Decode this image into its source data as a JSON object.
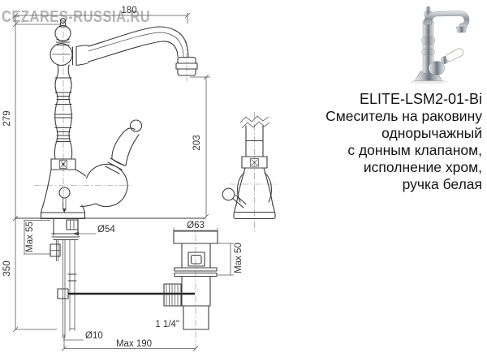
{
  "watermark": "CEZARES-RUSSIA.RU",
  "product": {
    "model": "ELITE-LSM2-01-Bi",
    "desc1": "Смеситель на раковину",
    "desc2": "однорычажный",
    "desc3": "с донным клапаном,",
    "desc4": "исполнение хром,",
    "desc5": "ручка белая"
  },
  "dimensions": {
    "spout_reach_top": "180",
    "height_above_counter": "279",
    "height_below_counter": "350",
    "spout_outlet_height": "203",
    "counter_thickness_max": "Max 55",
    "base_diameter": "Ø54",
    "drain_flange_diameter": "Ø63",
    "drain_body_max": "Max 50",
    "rod_diameter": "Ø10",
    "bottom_reach_max": "Max 190",
    "drain_thread": "1 1/4\""
  },
  "colors": {
    "drawing_line": "#3c3c3c",
    "dimension_text": "#333333",
    "watermark_gray": "#b5b5b5",
    "product_text": "#141414"
  }
}
